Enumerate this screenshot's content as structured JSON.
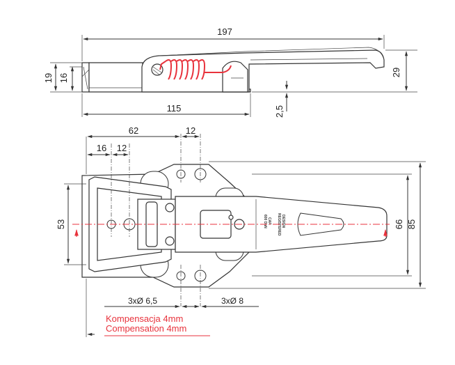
{
  "colors": {
    "line": "#333333",
    "accent": "#e8323c",
    "background": "#ffffff"
  },
  "side_view": {
    "overall_length": "197",
    "base_length": "115",
    "height_left_outer": "19",
    "height_left_inner": "16",
    "height_right": "29",
    "plate_thickness": "2,5"
  },
  "top_view": {
    "hole_pitch_horizontal": "62",
    "offset_16": "16",
    "offset_12_left": "12",
    "offset_12_top": "12",
    "width_53": "53",
    "width_66": "66",
    "width_85": "85",
    "holes_small": "3xØ 6,5",
    "holes_large": "3xØ 8",
    "plate_text_1": "DESIGN",
    "plate_text_2": "REGISTERED",
    "plate_text_3": "CAP.",
    "plate_text_4": "600 DaN"
  },
  "notes": {
    "compensation_pl": "Kompensacja 4mm",
    "compensation_en": "Compensation 4mm"
  }
}
